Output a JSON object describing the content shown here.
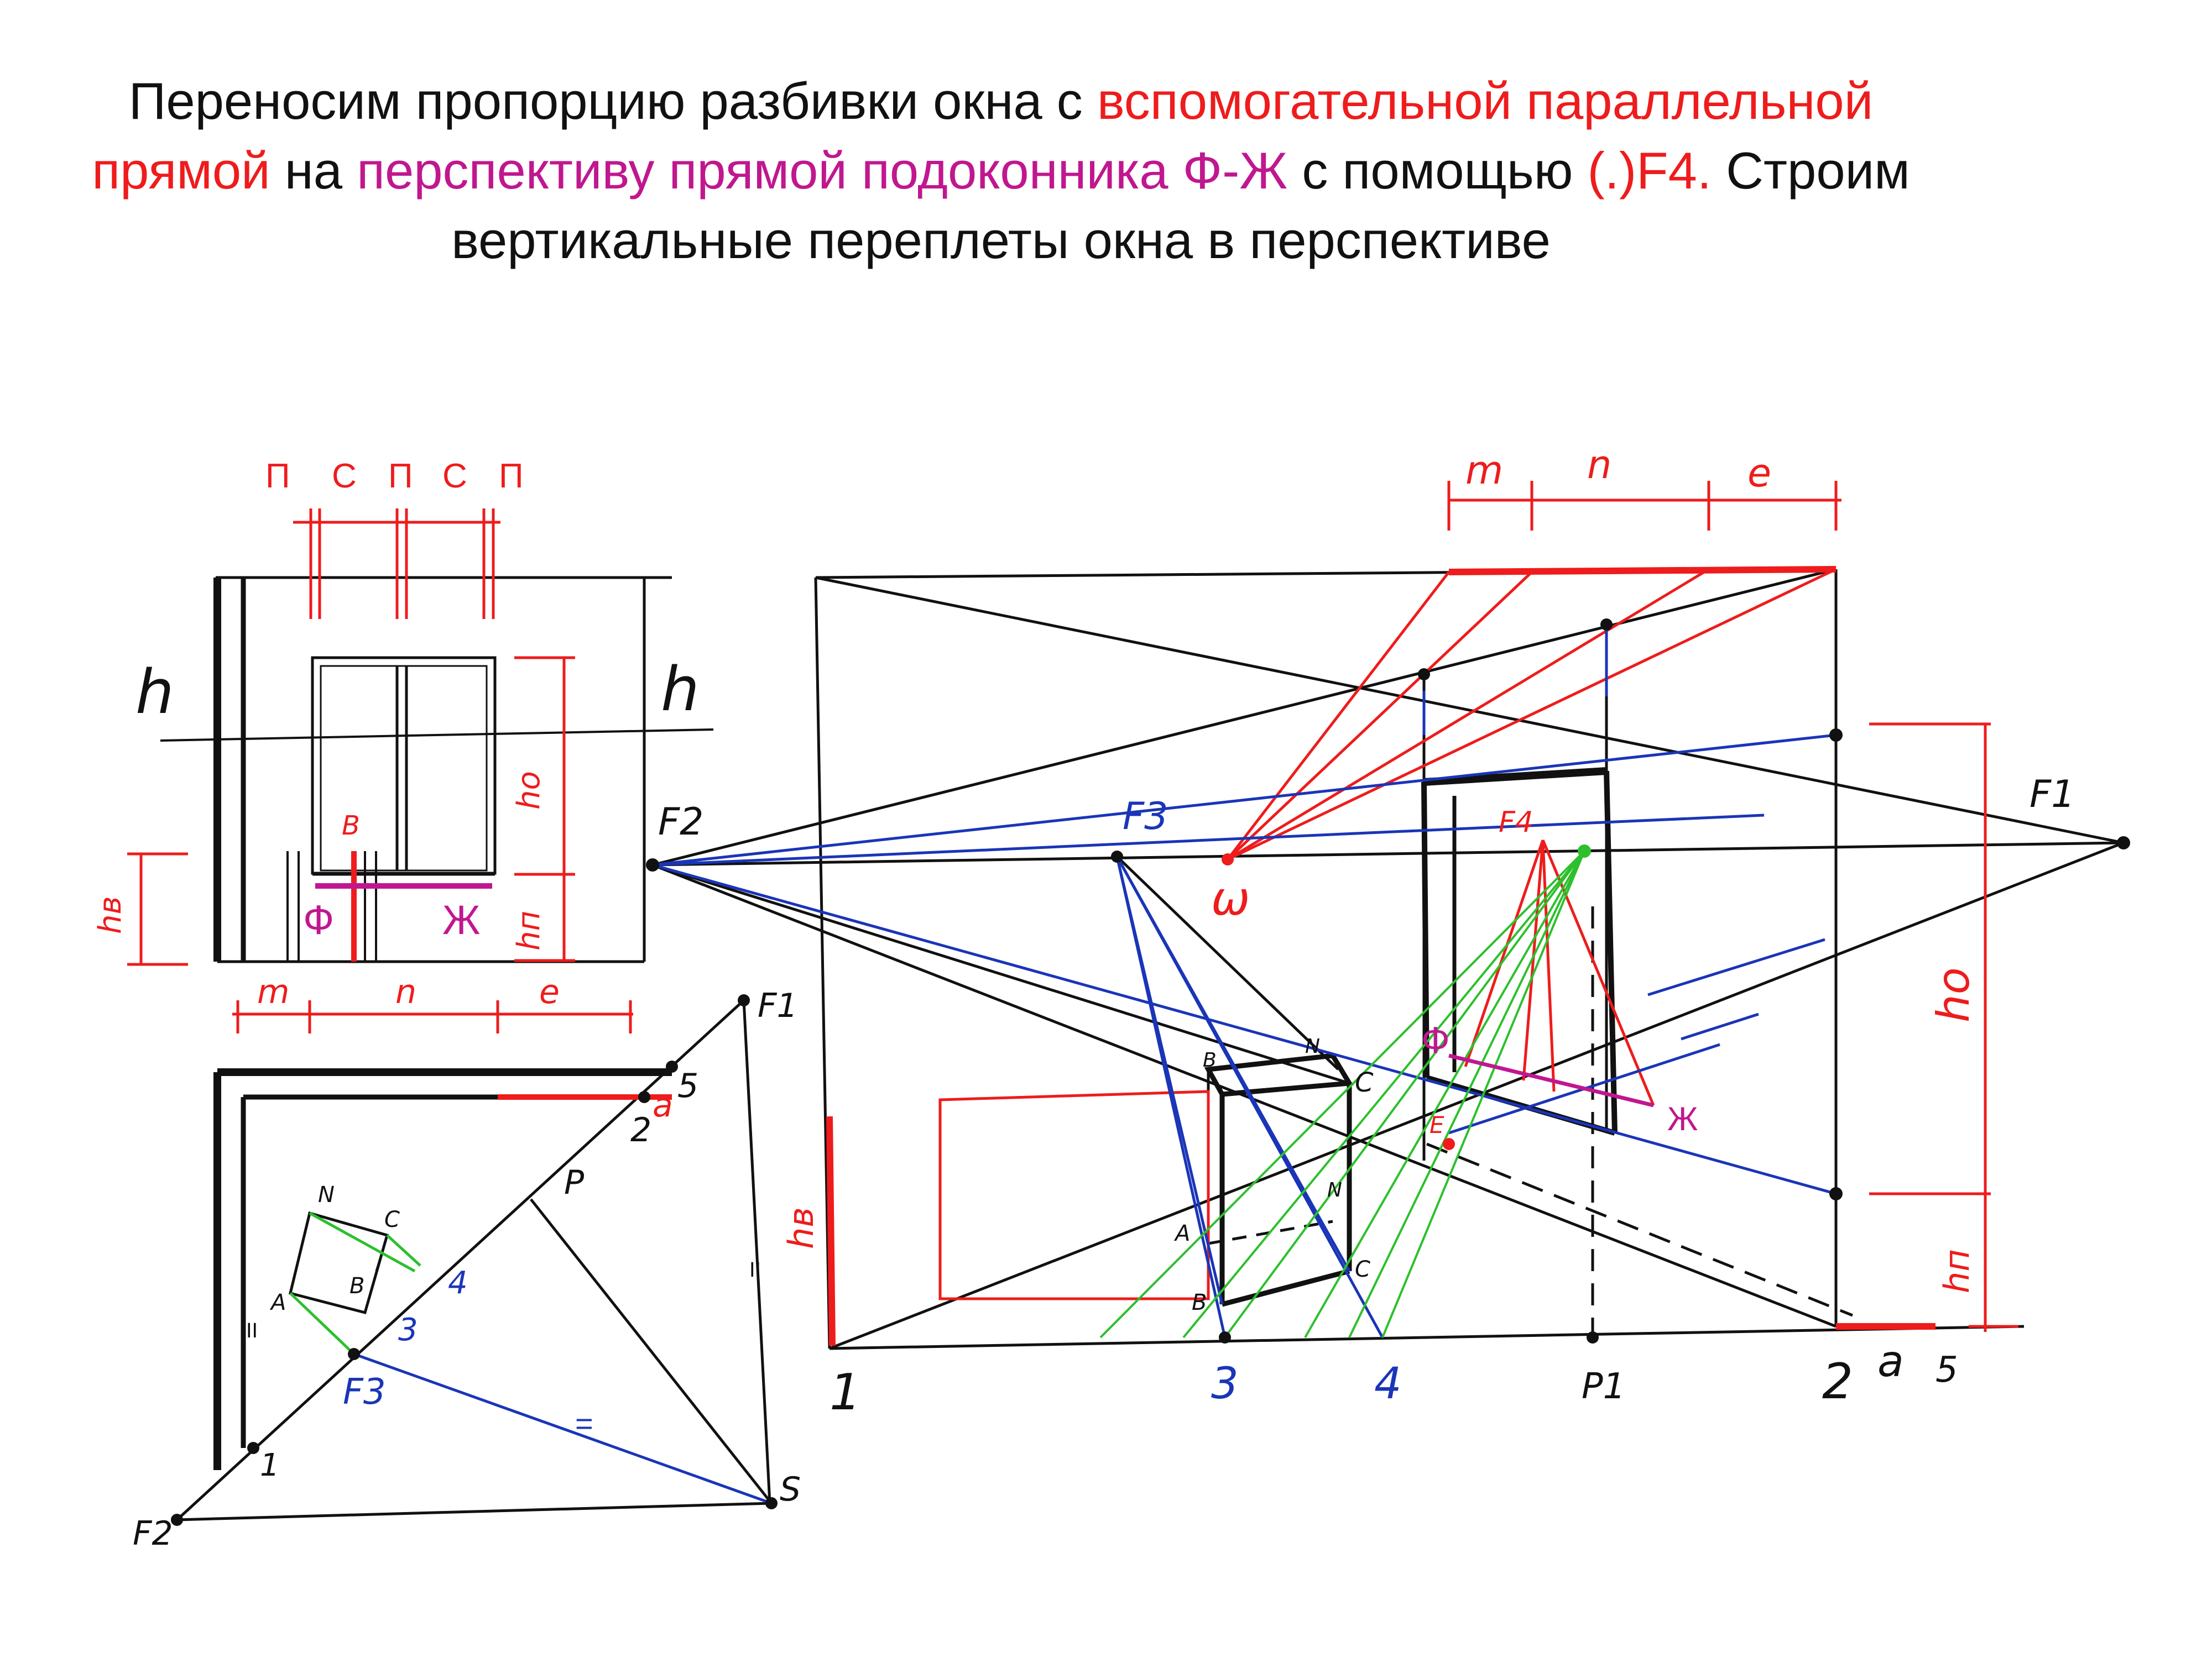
{
  "title": {
    "s1": "Переносим пропорцию разбивки окна с ",
    "s2": "вспомогательной параллельной прямой",
    "s3": " на ",
    "s4": "перспективу прямой подоконника Ф-Ж",
    "s5": " с помощью ",
    "s6": "(.)F4.",
    "s7": " Строим вертикальные переплеты окна в перспективе"
  },
  "colors": {
    "text": "#111111",
    "red": "#ee1c1c",
    "magenta": "#c0178f",
    "blue": "#1a35b8",
    "green": "#2cc02c",
    "black": "#111111"
  },
  "facade": {
    "top_labels": [
      "П",
      "С",
      "П",
      "С",
      "П"
    ],
    "horizon_left": "h",
    "horizon_right": "h",
    "h_o": "hо",
    "h_p": "hп",
    "h_v": "hв",
    "point_b": "В",
    "sill_left": "Ф",
    "sill_right": "Ж"
  },
  "plan": {
    "dim_m": "m",
    "dim_n": "n",
    "dim_e": "e",
    "f1": "F1",
    "f2": "F2",
    "point_5": "5",
    "point_2": "2",
    "point_a": "a",
    "point_p": "P",
    "point_s": "S",
    "point_1": "1",
    "point_n": "N",
    "point_c": "C",
    "point_a_upper": "A",
    "point_b": "B",
    "point_4": "4",
    "point_3": "3",
    "f3": "F3",
    "parallel_mark": "II",
    "equal_mark": "="
  },
  "perspective": {
    "dim_m": "m",
    "dim_n": "n",
    "dim_e": "e",
    "f1": "F1",
    "f2": "F2",
    "f3": "F3",
    "f4": "F4",
    "omega": "ω",
    "h_o": "hо",
    "h_p": "hп",
    "h_v": "hв",
    "sill_left": "Ф",
    "sill_right": "Ж",
    "point_e": "E",
    "point_1": "1",
    "point_3": "3",
    "point_4": "4",
    "point_p1": "P1",
    "point_2": "2",
    "point_a": "a",
    "point_5": "5",
    "box_n": "N",
    "box_c": "C",
    "box_b": "B",
    "box_a": "A",
    "box_b_low": "B",
    "box_c_low": "C",
    "box_n_mid": "N"
  }
}
